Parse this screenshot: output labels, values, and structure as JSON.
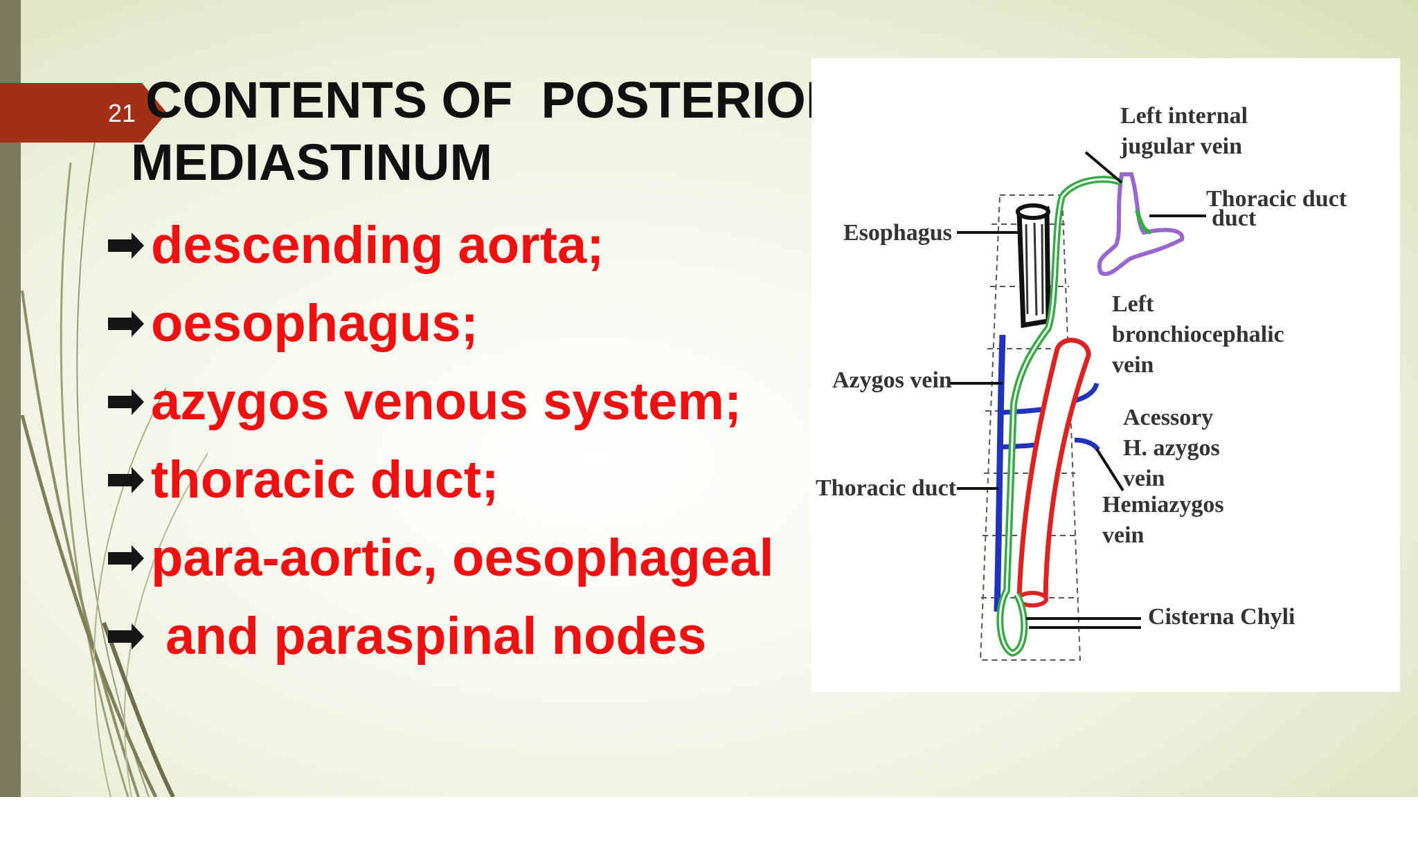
{
  "slide": {
    "number": "21",
    "title_lines": [
      "CONTENTS OF  POSTERIOR",
      "MEDIASTINUM"
    ],
    "bullets": [
      {
        "text": "descending aorta;",
        "icon": "arrow-bullet-icon"
      },
      {
        "text": "oesophagus;",
        "icon": "arrow-bullet-icon"
      },
      {
        "text": "azygos venous system;",
        "icon": "arrow-bullet-icon"
      },
      {
        "text": "thoracic duct;",
        "icon": "arrow-bullet-icon"
      },
      {
        "text": "para-aortic, oesophageal",
        "icon": "arrow-bullet-icon"
      },
      {
        "text": " and paraspinal nodes",
        "icon": "arrow-bullet-icon"
      }
    ],
    "colors": {
      "title": "#111111",
      "bullet_text": "#ee1111",
      "number_tab": "#a33016",
      "left_bar": "#7c7a5c"
    }
  },
  "diagram": {
    "labels": {
      "left_internal_jugular": [
        "Left internal",
        "jugular vein"
      ],
      "thoracic_duct_upper": [
        "Thoracic duct",
        "duct"
      ],
      "esophagus": "Esophagus",
      "left_brachiocephalic": [
        "Left",
        "bronchiocephalic",
        "vein"
      ],
      "azygos_vein": "Azygos vein",
      "accessory_hemiazygos": [
        "Acessory",
        "H. azygos",
        "vein"
      ],
      "thoracic_duct_lower": "Thoracic duct",
      "hemiazygos": [
        "Hemiazygos",
        "vein"
      ],
      "cisterna_chyli": "Cisterna Chyli"
    },
    "colors": {
      "aorta": "#dd2222",
      "thoracic_duct": "#33aa44",
      "veins": "#2233bb",
      "brachiocephalic": "#9966cc",
      "esophagus": "#111111"
    }
  }
}
